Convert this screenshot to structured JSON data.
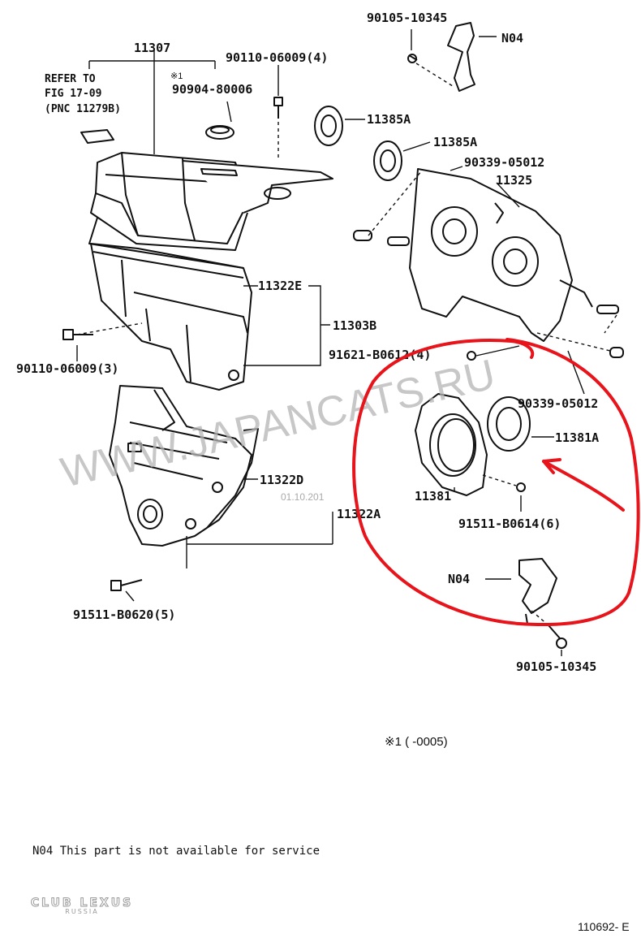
{
  "watermark": {
    "text": "WWW.JAPANCATS.RU",
    "date_stamp": "01.10.201"
  },
  "labels": {
    "p90105_top": "90105-10345",
    "n04_top": "N04",
    "p11307": "11307",
    "p90110_4": "90110-06009(4)",
    "mark1_small": "※1",
    "p90904": "90904-80006",
    "refer_line1": "REFER TO",
    "refer_line2": "FIG 17-09",
    "refer_line3": "(PNC 11279B)",
    "p11385a_1": "11385A",
    "p11385a_2": "11385A",
    "p90339_top": "90339-05012",
    "p11325": "11325",
    "p11322e": "11322E",
    "p11303b": "11303B",
    "p90110_3": "90110-06009(3)",
    "p91621": "91621-B0612(4)",
    "p90339_bottom": "90339-05012",
    "p11381a": "11381A",
    "p11322d": "11322D",
    "p11381": "11381",
    "p11322a": "11322A",
    "p91511_0614": "91511-B0614(6)",
    "n04_bottom": "N04",
    "p91511_0620": "91511-B0620(5)",
    "p90105_bottom": "90105-10345"
  },
  "ref_note": "※1 (      -0005)",
  "footnote": "N04 This part is not available for service",
  "figure_id": "110692- E",
  "logo": {
    "line1": "CLUB LEXUS",
    "line2": "RUSSIA"
  },
  "colors": {
    "annotation": "#e8141b",
    "watermark": "#b5b5b5",
    "ink": "#111111"
  }
}
